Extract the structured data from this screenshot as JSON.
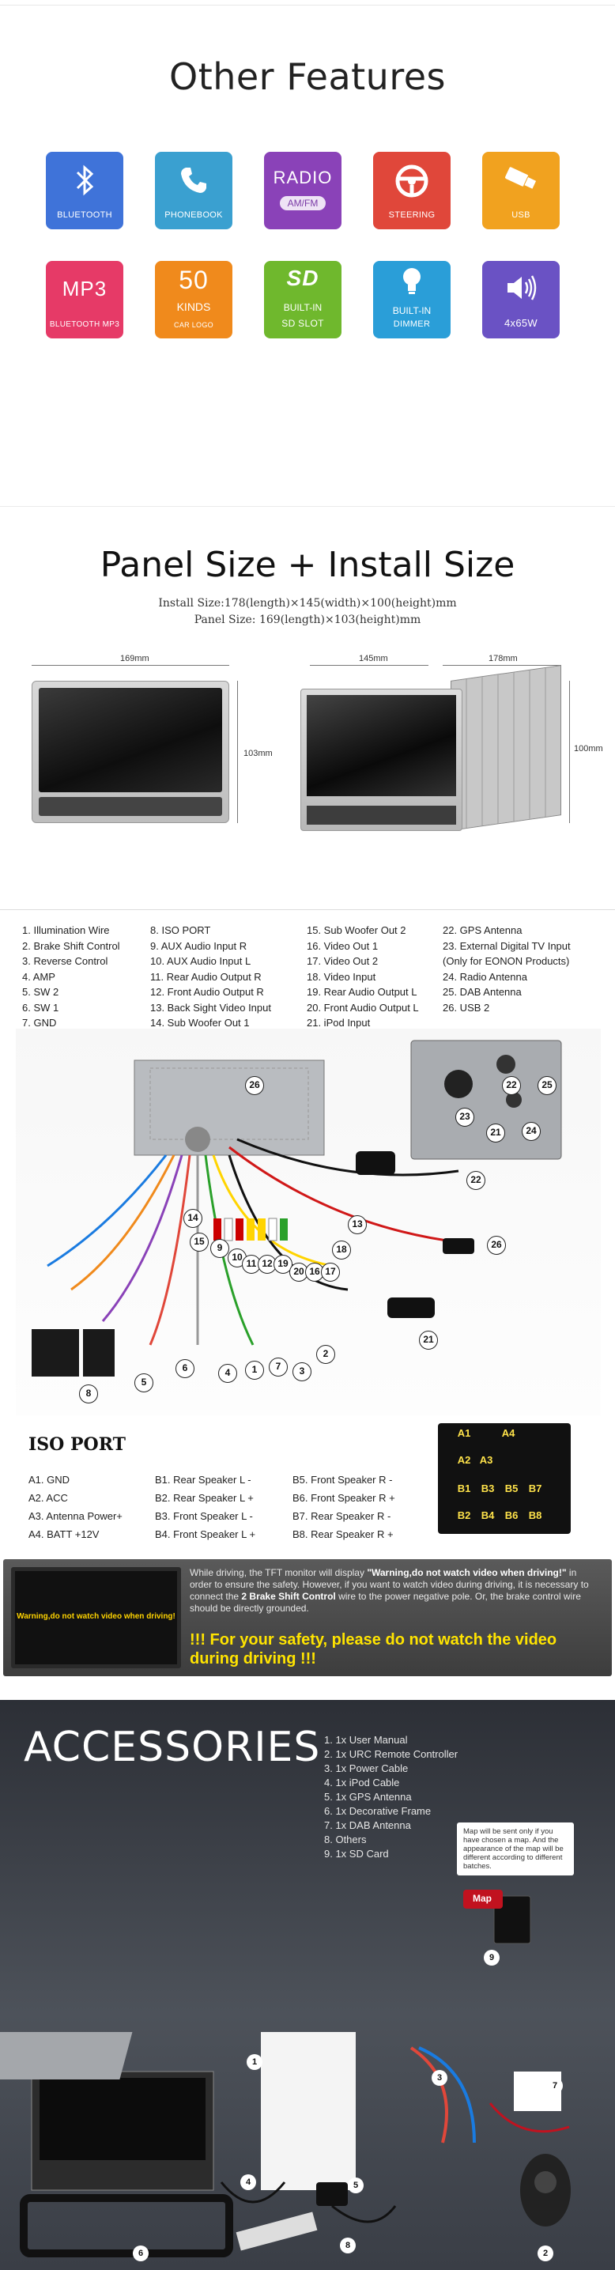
{
  "features": {
    "title": "Other Features",
    "items": [
      {
        "big": "",
        "label": "BLUETOOTH",
        "color": "#3f73d9",
        "icon": "bluetooth-icon"
      },
      {
        "big": "",
        "label": "PHONEBOOK",
        "color": "#3aa0d0",
        "icon": "phone-icon"
      },
      {
        "big": "RADIO",
        "sub": "AM/FM",
        "label": "",
        "color": "#8a42b8",
        "icon": "radio-icon"
      },
      {
        "big": "",
        "label": "STEERING",
        "color": "#e0473a",
        "icon": "steering-wheel-icon"
      },
      {
        "big": "",
        "label": "USB",
        "color": "#f1a21f",
        "icon": "usb-icon"
      },
      {
        "big": "MP3",
        "label": "BLUETOOTH MP3",
        "color": "#e63a67",
        "icon": "mp3-icon"
      },
      {
        "big": "50",
        "sub": "KINDS",
        "label": "CAR LOGO",
        "color": "#f08a1c",
        "icon": "car-logo-icon"
      },
      {
        "big": "SD",
        "sub": "BUILT-IN",
        "label": "SD SLOT",
        "color": "#6fb82d",
        "icon": "sd-card-icon"
      },
      {
        "big": "",
        "sub": "BUILT-IN",
        "label": "DIMMER",
        "color": "#2a9ed8",
        "icon": "bulb-icon"
      },
      {
        "big": "",
        "label": "4x65W",
        "color": "#6a52c4",
        "icon": "speaker-icon"
      }
    ]
  },
  "panel": {
    "title": "Panel Size + Install Size",
    "install_size": "Install Size:178(length)×145(width)×100(height)mm",
    "panel_size": "Panel Size: 169(length)×103(height)mm",
    "front_width": "169mm",
    "front_height": "103mm",
    "side_depth": "145mm",
    "side_width": "178mm",
    "side_height": "100mm"
  },
  "wiring": {
    "col1": [
      "1. Illumination Wire",
      "2. Brake Shift Control",
      "3. Reverse Control",
      "4. AMP",
      "5. SW 2",
      "6. SW 1",
      "7. GND"
    ],
    "col2": [
      "8. ISO PORT",
      "9. AUX Audio Input R",
      "10. AUX Audio Input L",
      "11. Rear Audio Output R",
      "12. Front Audio Output R",
      "13. Back Sight Video Input",
      "14. Sub Woofer Out 1"
    ],
    "col3": [
      "15. Sub Woofer Out 2",
      "16. Video Out 1",
      "17. Video Out 2",
      "18. Video Input",
      "19. Rear Audio Output L",
      "20. Front Audio Output L",
      "21. iPod Input"
    ],
    "col4": [
      "22. GPS Antenna",
      "23. External Digital TV Input",
      "    (Only for EONON Products)",
      "24. Radio Antenna",
      "25. DAB Antenna",
      "26. USB 2"
    ],
    "callouts": [
      "26",
      "22",
      "23",
      "25",
      "21",
      "24",
      "22",
      "26",
      "14",
      "15",
      "9",
      "10",
      "11",
      "12",
      "19",
      "20",
      "16",
      "17",
      "18",
      "13",
      "21",
      "8",
      "5",
      "6",
      "4",
      "1",
      "7",
      "3",
      "2"
    ]
  },
  "iso": {
    "title": "ISO PORT",
    "col_a": [
      "A1. GND",
      "A2. ACC",
      "A3. Antenna Power+",
      "A4. BATT +12V"
    ],
    "col_b": [
      "B1.  Rear Speaker L -",
      "B2.  Rear Speaker L +",
      "B3.  Front Speaker L -",
      "B4.  Front Speaker L +"
    ],
    "col_c": [
      "B5.  Front Speaker R -",
      "B6.  Front Speaker R +",
      "B7.  Rear Speaker R -",
      "B8.  Rear Speaker R +"
    ],
    "pins_top": [
      "A1",
      "A4"
    ],
    "pins_mid": [
      "A2",
      "A3"
    ],
    "pins_b1": [
      "B1",
      "B3",
      "B5",
      "B7"
    ],
    "pins_b2": [
      "B2",
      "B4",
      "B6",
      "B8"
    ]
  },
  "warning": {
    "screen_text": "Warning,do not watch video when driving!",
    "p1": "While driving, the TFT monitor will display",
    "p1_bold": "\"Warning,do not watch video when driving!\"",
    "p2": "in order to ensure the safety. However, if you want to watch video during driving, it is necessary to connect the",
    "p2_bold": "2 Brake Shift Control",
    "p3": "wire to the power negative pole. Or, the brake control wire should be directly grounded.",
    "big": "!!! For your safety, please do not watch the video during driving !!!"
  },
  "accessories": {
    "title": "ACCESSORIES",
    "items": [
      "1. 1x User Manual",
      "2. 1x URC Remote Controller",
      "3. 1x Power Cable",
      "4. 1x iPod Cable",
      "5. 1x GPS Antenna",
      "6. 1x Decorative Frame",
      "7. 1x DAB Antenna",
      "8. Others",
      "9. 1x SD Card"
    ],
    "map_note": "Map will be sent only if you have chosen a map. And the appearance of the map will be different according to different batches.",
    "map_label": "Map",
    "callouts": [
      "1",
      "2",
      "3",
      "4",
      "5",
      "6",
      "7",
      "8",
      "9"
    ]
  }
}
